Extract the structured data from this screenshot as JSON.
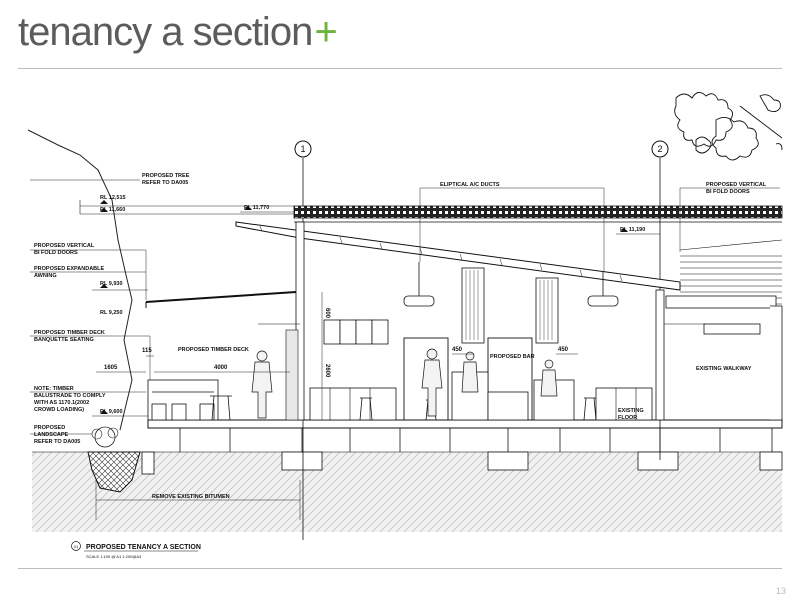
{
  "page": {
    "title": "tenancy a section",
    "title_plus": "+",
    "page_number": "13",
    "accent_color": "#6bb33a"
  },
  "grid": {
    "g1": "1",
    "g2": "2"
  },
  "labels": {
    "proposed_tree": "PROPOSED TREE",
    "refer_dags": "REFER TO DA005",
    "elliptical_ducts": "ELIPTICAL A/C DUCTS",
    "bifold_right_1": "PROPOSED VERTICAL",
    "bifold_right_2": "BI FOLD DOORS",
    "bifold_left_1": "PROPOSED VERTICAL",
    "bifold_left_2": "BI FOLD DOORS",
    "awning_1": "PROPOSED EXPANDABLE",
    "awning_2": "AWNING",
    "timber_deck_1": "PROPOSED TIMBER DECK",
    "timber_deck_2": "BANQUETTE SEATING",
    "timber_deck_center": "PROPOSED TIMBER DECK",
    "note_1": "NOTE: TIMBER",
    "note_2": "BALUSTRADE TO COMPLY",
    "note_3": "WITH AS 1170.1(2002",
    "note_4": "CROWD LOADING)",
    "landscape_1": "PROPOSED",
    "landscape_2": "LANDSCAPE",
    "landscape_3": "REFER TO DA005",
    "proposed_bar": "PROPOSED BAR",
    "existing_walkway": "EXISTING WALKWAY",
    "existing_floor_1": "EXISTING",
    "existing_floor_2": "FLOOR",
    "remove_bitumen": "REMOVE EXISTING BITUMEN"
  },
  "levels": {
    "rl_1": "RL  12,515",
    "rl_2": "RL  11,660",
    "rl_3": "RL  11,770",
    "rl_4": "RL  11,190",
    "rl_5": "RL  9,930",
    "rl_6": "RL  9,250",
    "rl_7": "RL  9,600"
  },
  "dims": {
    "d1605": "1605",
    "d115": "115",
    "d4000": "4000",
    "d600": "600",
    "d2600": "2600",
    "d450a": "450",
    "d450b": "450"
  },
  "caption": {
    "number": "01",
    "title": "PROPOSED TENANCY A SECTION",
    "scale": "SCALE 1:100 @ A1  1:200@A3"
  }
}
